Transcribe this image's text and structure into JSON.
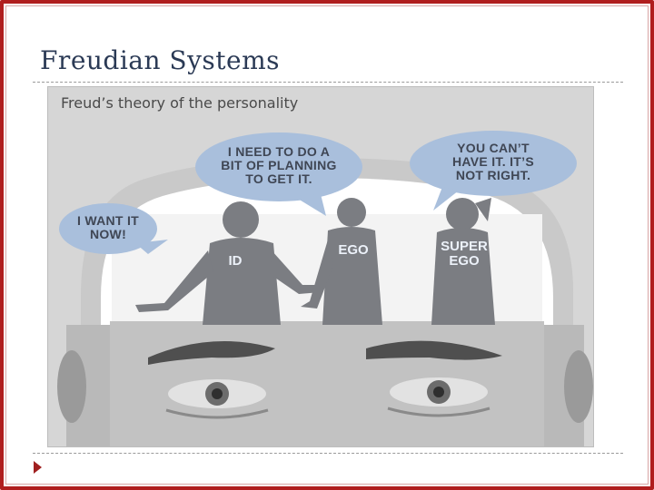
{
  "slide": {
    "title": "Freudian Systems"
  },
  "illustration": {
    "caption": "Freud’s theory of the personality",
    "bubbles": {
      "id_speech": [
        "I WANT IT",
        "NOW!"
      ],
      "ego_speech": [
        "I NEED TO DO A",
        "BIT OF PLANNING",
        "TO GET IT."
      ],
      "superego_speech": [
        "YOU CAN’T",
        "HAVE IT. IT’S",
        "NOT RIGHT."
      ]
    },
    "figures": {
      "id_label": "ID",
      "ego_label": "EGO",
      "superego_label": [
        "SUPER",
        "EGO"
      ]
    }
  },
  "colors": {
    "frame_border": "#b01e1e",
    "title_text": "#2b3a55",
    "bubble_fill": "#a9bfdc",
    "silhouette": "#7b7d82",
    "bullet": "#a02020"
  }
}
